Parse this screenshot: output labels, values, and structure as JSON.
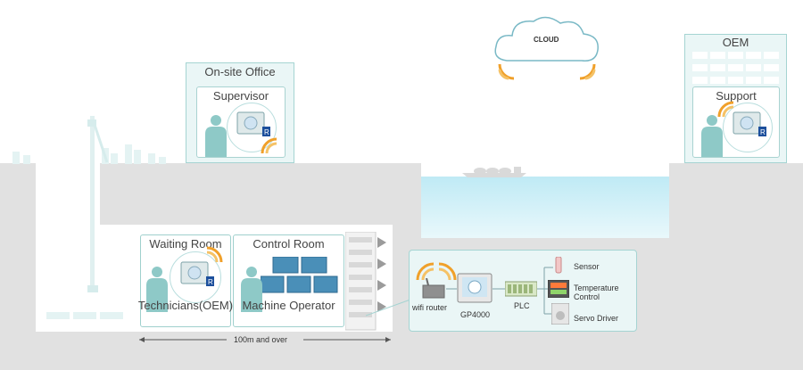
{
  "offices": {
    "onsite": {
      "title": "On-site Office",
      "room": "Supervisor"
    },
    "oem": {
      "title": "OEM",
      "room": "Support"
    }
  },
  "cloud": {
    "label": "CLOUD"
  },
  "underground": {
    "waiting_room": {
      "title": "Waiting Room",
      "caption": "Technicians(OEM)"
    },
    "control_room": {
      "title": "Control Room",
      "caption": "Machine Operator"
    }
  },
  "network": {
    "router": "wifi router",
    "hmi": "GP4000",
    "plc": "PLC",
    "devices": [
      "Sensor",
      "Temperature\nControl",
      "Servo Driver"
    ]
  },
  "distance": "100m and over",
  "colors": {
    "accent_teal": "#87c8c5",
    "wifi_orange": "#f0a02a",
    "ground": "#e1e1e1",
    "water": "#bfecf6",
    "person": "#8ec9c7"
  }
}
